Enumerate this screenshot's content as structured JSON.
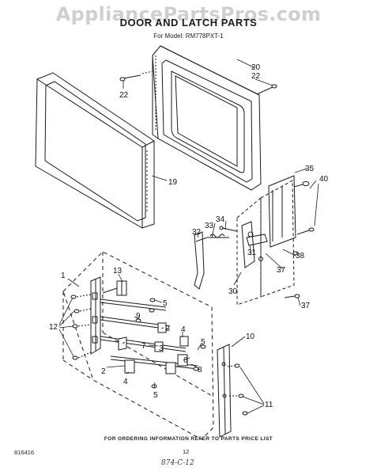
{
  "watermark": "AppliancePartsPros.com",
  "title": "DOOR AND LATCH PARTS",
  "model_line": "For Model: RM778PXT-1",
  "callouts": {
    "c1": "1",
    "c2a": "2",
    "c2b": "2",
    "c3": "3",
    "c4a": "4",
    "c4b": "4",
    "c5a": "5",
    "c5b": "5",
    "c5c": "5",
    "c6": "6",
    "c7": "7",
    "c8": "8",
    "c9": "9",
    "c10": "10",
    "c11": "11",
    "c12": "12",
    "c13": "13",
    "c19": "19",
    "c20": "20",
    "c22a": "22",
    "c22b": "22",
    "c30": "30",
    "c31": "31",
    "c32": "32",
    "c33": "33",
    "c34": "34",
    "c35": "35",
    "c37a": "37",
    "c37b": "37",
    "c38": "38",
    "c40": "40"
  },
  "footer_note": "FOR ORDERING INFORMATION REFER TO PARTS PRICE LIST",
  "doc_code": "816416",
  "page_number": "12",
  "handwritten_note": "874-C-12"
}
